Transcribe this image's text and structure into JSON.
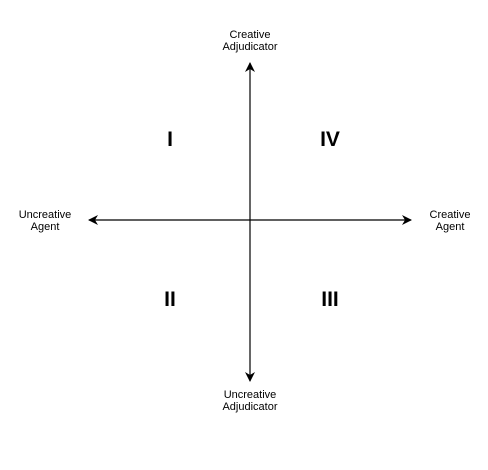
{
  "axes": {
    "top": {
      "line1": "Creative",
      "line2": "Adjudicator"
    },
    "bottom": {
      "line1": "Uncreative",
      "line2": "Adjudicator"
    },
    "left": {
      "line1": "Uncreative",
      "line2": "Agent"
    },
    "right": {
      "line1": "Creative",
      "line2": "Agent"
    }
  },
  "quadrants": {
    "top_left": "I",
    "top_right": "IV",
    "bottom_left": "II",
    "bottom_right": "III"
  },
  "colors": {
    "line": "#000000",
    "background": "#ffffff"
  }
}
